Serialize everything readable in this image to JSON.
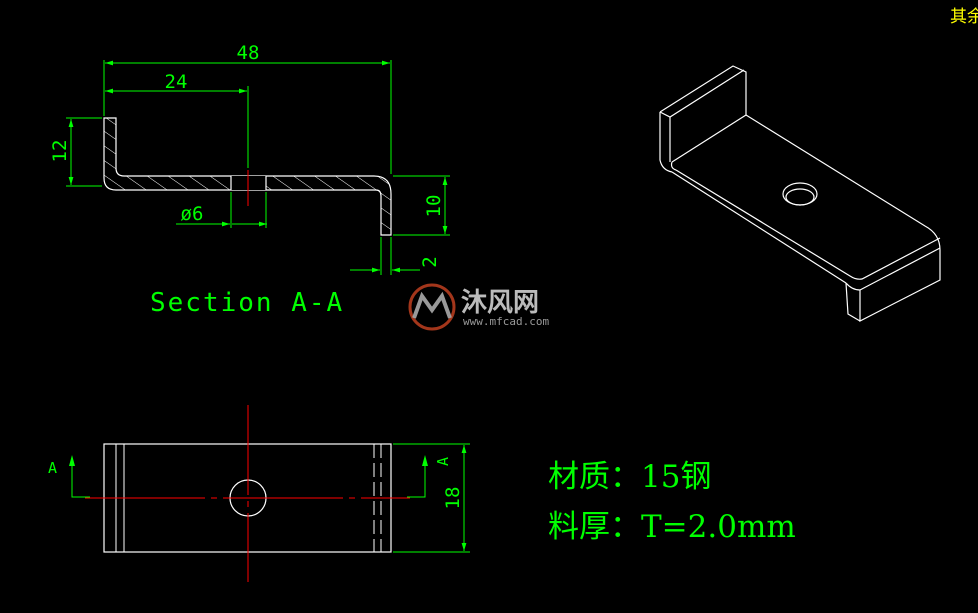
{
  "corner_note": "其余",
  "section_view": {
    "dim_48": "48",
    "dim_24": "24",
    "dim_12": "12",
    "dim_hole": "ø6",
    "dim_10": "10",
    "dim_2": "2",
    "title": "Section A-A"
  },
  "watermark": {
    "brand": "沐风网",
    "url": "www.mfcad.com"
  },
  "top_view": {
    "marker_left": "A",
    "marker_right": "A",
    "dim_18": "18"
  },
  "notes": {
    "material": "材质：15钢",
    "thickness": "料厚：T=2.0mm"
  },
  "colors": {
    "geometry": "#ffffff",
    "dimension": "#00ff00",
    "centerline": "#ff0000",
    "note": "#00ff00",
    "corner_note": "#ffff00",
    "background": "#000000"
  }
}
